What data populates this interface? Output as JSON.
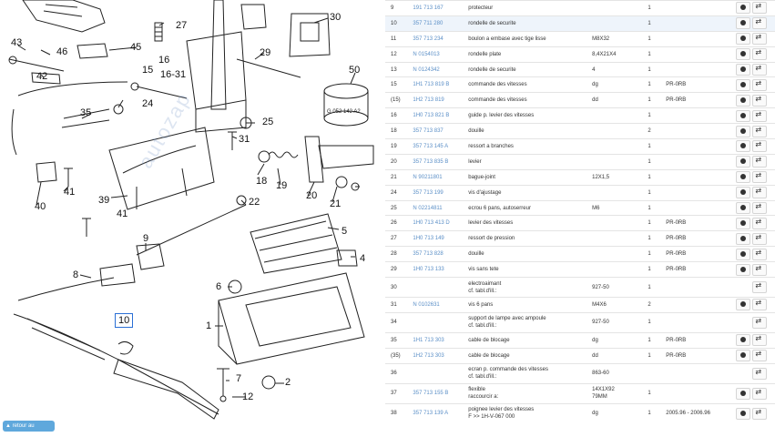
{
  "diagram": {
    "callouts": [
      "27",
      "30",
      "43",
      "46",
      "45",
      "15",
      "16",
      "16-31",
      "29",
      "50",
      "42",
      "24",
      "35",
      "25",
      "31",
      "18",
      "19",
      "20",
      "21",
      "39",
      "41",
      "40",
      "41",
      "22",
      "5",
      "4",
      "9",
      "8",
      "6",
      "1",
      "10",
      "7",
      "12",
      "2"
    ],
    "image_stamp": "G 052 142 A2",
    "watermark": "autozap",
    "selected_callout": "10"
  },
  "back_button": {
    "label": "▲ retour au sommet"
  },
  "parts_table": {
    "rows": [
      {
        "pos": "9",
        "ref": "191 713 167",
        "desc": "protecteur",
        "rem": "",
        "qty": "1",
        "mod": "",
        "btns": true
      },
      {
        "pos": "10",
        "ref": "357 711 280",
        "desc": "rondelle de securite",
        "rem": "",
        "qty": "1",
        "mod": "",
        "btns": true,
        "highlight": true
      },
      {
        "pos": "11",
        "ref": "357 713 234",
        "desc": "boulon a embase avec tige lisse",
        "rem": "M8X32",
        "qty": "1",
        "mod": "",
        "btns": true
      },
      {
        "pos": "12",
        "ref": "N  0154013",
        "desc": "rondelle plate",
        "rem": "8,4X21X4",
        "qty": "1",
        "mod": "",
        "btns": true
      },
      {
        "pos": "13",
        "ref": "N  0124342",
        "desc": "rondelle de securite",
        "rem": "4",
        "qty": "1",
        "mod": "",
        "btns": true
      },
      {
        "pos": "15",
        "ref": "1H1 713 819 B",
        "desc": "commande des vitesses",
        "rem": "dg",
        "qty": "1",
        "mod": "PR-0RB",
        "btns": true
      },
      {
        "pos": "(15)",
        "ref": "1H2 713 819",
        "desc": "commande des vitesses",
        "rem": "dd",
        "qty": "1",
        "mod": "PR-0RB",
        "btns": true
      },
      {
        "pos": "16",
        "ref": "1H0 713 821 B",
        "desc": "guide p. levier des vitesses",
        "rem": "",
        "qty": "1",
        "mod": "",
        "btns": true
      },
      {
        "pos": "18",
        "ref": "357 713 837",
        "desc": "douille",
        "rem": "",
        "qty": "2",
        "mod": "",
        "btns": true
      },
      {
        "pos": "19",
        "ref": "357 713 145 A",
        "desc": "ressort a branches",
        "rem": "",
        "qty": "1",
        "mod": "",
        "btns": true
      },
      {
        "pos": "20",
        "ref": "357 713 835 B",
        "desc": "levier",
        "rem": "",
        "qty": "1",
        "mod": "",
        "btns": true
      },
      {
        "pos": "21",
        "ref": "N  90211801",
        "desc": "bague-joint",
        "rem": "12X1,5",
        "qty": "1",
        "mod": "",
        "btns": true
      },
      {
        "pos": "24",
        "ref": "357 713 199",
        "desc": "vis d'ajustage",
        "rem": "",
        "qty": "1",
        "mod": "",
        "btns": true
      },
      {
        "pos": "25",
        "ref": "N  02214811",
        "desc": "ecrou 6 pans, autoserreur",
        "rem": "M6",
        "qty": "1",
        "mod": "",
        "btns": true
      },
      {
        "pos": "26",
        "ref": "1H0 713 413 D",
        "desc": "levier des vitesses",
        "rem": "",
        "qty": "1",
        "mod": "PR-0RB",
        "btns": true
      },
      {
        "pos": "27",
        "ref": "1H0 713 149",
        "desc": "ressort de pression",
        "rem": "",
        "qty": "1",
        "mod": "PR-0RB",
        "btns": true
      },
      {
        "pos": "28",
        "ref": "357 713 828",
        "desc": "douille",
        "rem": "",
        "qty": "1",
        "mod": "PR-0RB",
        "btns": true
      },
      {
        "pos": "29",
        "ref": "1H0 713 133",
        "desc": "vis sans tete",
        "rem": "",
        "qty": "1",
        "mod": "PR-0RB",
        "btns": true
      },
      {
        "pos": "30",
        "ref": "",
        "desc": "electroaimant\ncf. tabl.d'ill.:",
        "rem": "927-50",
        "qty": "1",
        "mod": "",
        "btns": false
      },
      {
        "pos": "31",
        "ref": "N  0102631",
        "desc": "vis 6 pans",
        "rem": "M4X6",
        "qty": "2",
        "mod": "",
        "btns": true
      },
      {
        "pos": "34",
        "ref": "",
        "desc": "support de lampe avec ampoule\ncf. tabl.d'ill.:",
        "rem": "927-50",
        "qty": "1",
        "mod": "",
        "btns": false
      },
      {
        "pos": "35",
        "ref": "1H1 713 303",
        "desc": "cable de blocage",
        "rem": "dg",
        "qty": "1",
        "mod": "PR-0RB",
        "btns": true
      },
      {
        "pos": "(35)",
        "ref": "1H2 713 303",
        "desc": "cable de blocage",
        "rem": "dd",
        "qty": "1",
        "mod": "PR-0RB",
        "btns": true
      },
      {
        "pos": "36",
        "ref": "",
        "desc": "ecran p. commande des vitesses\ncf. tabl.d'ill.:",
        "rem": "863-60",
        "qty": "",
        "mod": "",
        "btns": false
      },
      {
        "pos": "37",
        "ref": "357 713 155 B",
        "desc": "flexible\nraccourcir a:",
        "rem": "14X1X92\n79MM",
        "qty": "1",
        "mod": "",
        "btns": true
      },
      {
        "pos": "38",
        "ref": "357 713 139 A",
        "desc": "poignee levier des vitesses\nF >> 1H-V-067 000",
        "rem": "dg",
        "qty": "1",
        "mod": "2005.96 - 2006.96",
        "btns": true
      }
    ]
  },
  "colors": {
    "ref_link": "#5b8fc7",
    "highlight": "#eef4fb",
    "back_button": "#5fa8dc"
  },
  "icons": {
    "row_info": "info-icon",
    "row_swap": "swap-icon"
  }
}
